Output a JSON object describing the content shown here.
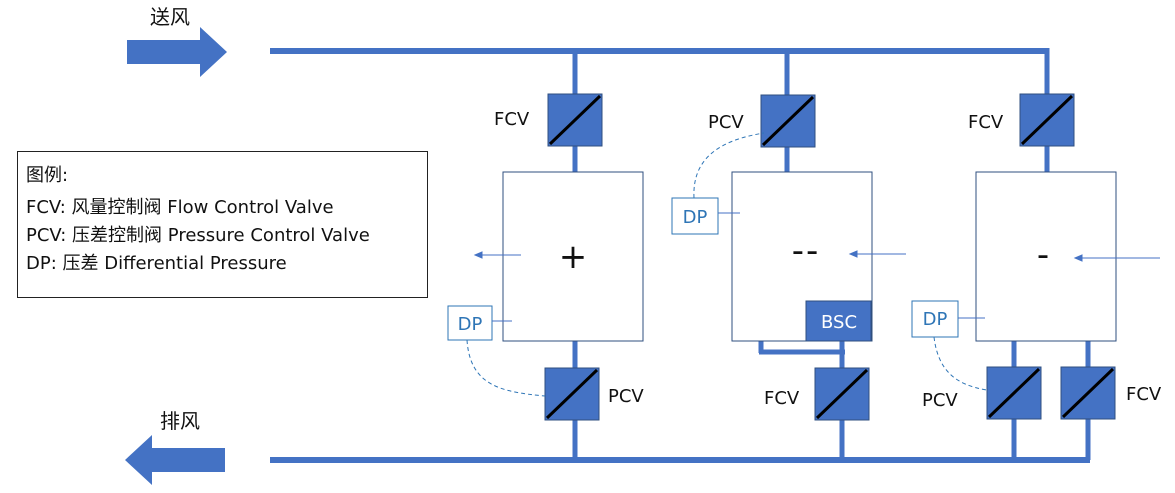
{
  "flows": {
    "supply": "送风",
    "exhaust": "排风"
  },
  "legend": {
    "title": "图例:",
    "items": [
      "FCV: 风量控制阀 Flow Control Valve",
      "PCV: 压差控制阀 Pressure Control Valve",
      "DP: 压差 Differential Pressure"
    ]
  },
  "rooms": [
    {
      "symbol": "+",
      "top_valve": "FCV",
      "bottom_valve": "PCV",
      "sensor": "DP"
    },
    {
      "symbol": "--",
      "top_valve": "PCV",
      "bottom_valve": "FCV",
      "sensor": "DP",
      "cabinet": "BSC"
    },
    {
      "symbol": "-",
      "top_valve": "FCV",
      "bottom_valves": [
        "PCV",
        "FCV"
      ],
      "sensor": "DP"
    }
  ],
  "colors": {
    "duct": "#4472c4",
    "valve": "#4472c4",
    "sensor_text": "#2e75b6",
    "arrow": "#4472c4"
  }
}
